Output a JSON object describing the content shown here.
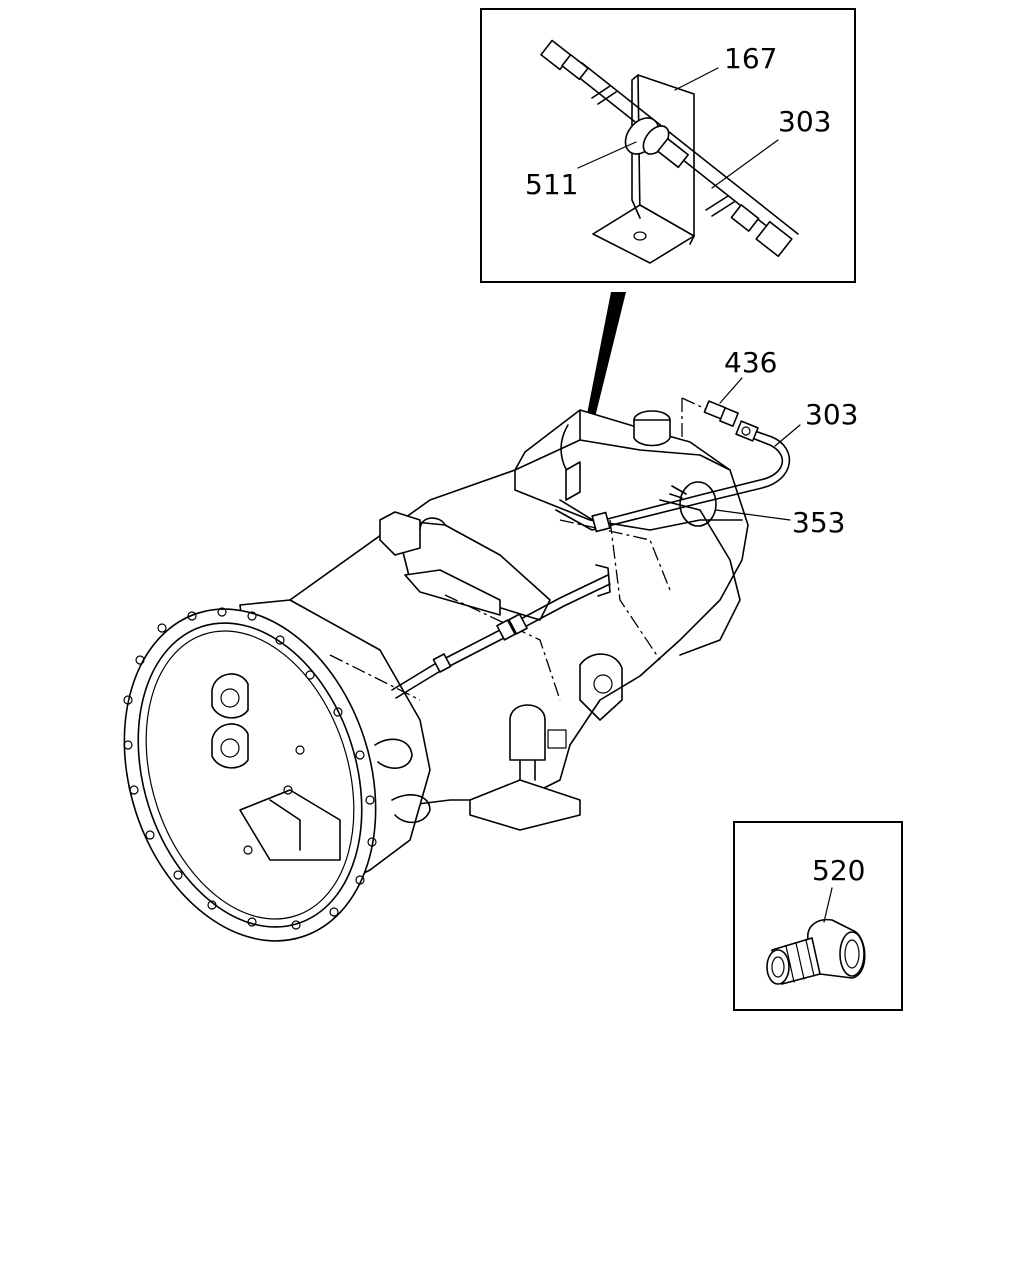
{
  "diagram": {
    "callouts": {
      "c167": "167",
      "c303_inset": "303",
      "c511": "511",
      "c436": "436",
      "c303_main": "303",
      "c353": "353",
      "c520": "520"
    }
  }
}
